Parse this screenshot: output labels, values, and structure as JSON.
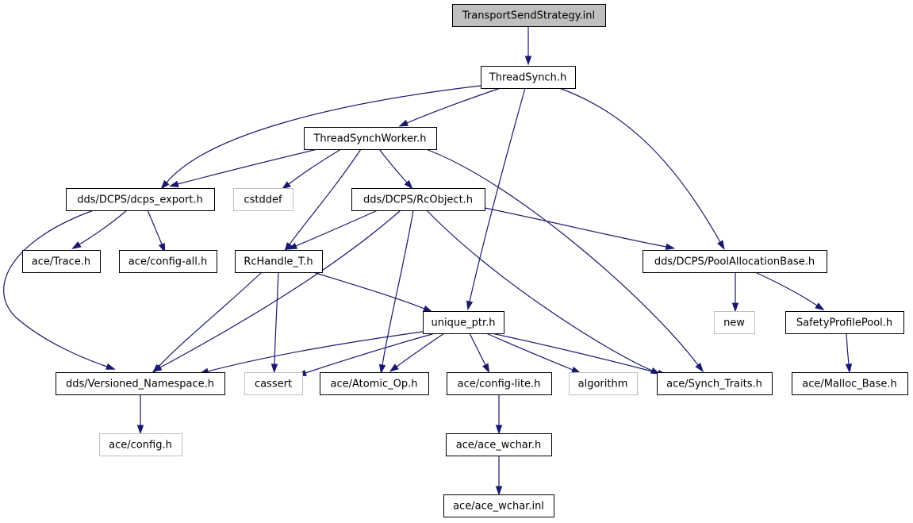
{
  "diagram": {
    "colors": {
      "edge": "#191970",
      "resolved_border": "#000000",
      "unresolved_border": "#bfbfbf",
      "root_fill": "#bfbfbf",
      "node_fill": "#ffffff",
      "text": "#000000"
    },
    "nodes": [
      {
        "id": "transport_send_strategy_inl",
        "label": "TransportSendStrategy.inl",
        "kind": "root"
      },
      {
        "id": "thread_synch_h",
        "label": "ThreadSynch.h",
        "kind": "resolved"
      },
      {
        "id": "thread_synch_worker_h",
        "label": "ThreadSynchWorker.h",
        "kind": "resolved"
      },
      {
        "id": "dcps_export_h",
        "label": "dds/DCPS/dcps_export.h",
        "kind": "resolved"
      },
      {
        "id": "cstddef",
        "label": "cstddef",
        "kind": "unresolved"
      },
      {
        "id": "rcobject_h",
        "label": "dds/DCPS/RcObject.h",
        "kind": "resolved"
      },
      {
        "id": "ace_trace_h",
        "label": "ace/Trace.h",
        "kind": "resolved"
      },
      {
        "id": "ace_config_all_h",
        "label": "ace/config-all.h",
        "kind": "resolved"
      },
      {
        "id": "rchandle_t_h",
        "label": "RcHandle_T.h",
        "kind": "resolved"
      },
      {
        "id": "pool_allocation_base_h",
        "label": "dds/DCPS/PoolAllocationBase.h",
        "kind": "resolved"
      },
      {
        "id": "unique_ptr_h",
        "label": "unique_ptr.h",
        "kind": "resolved"
      },
      {
        "id": "new",
        "label": "new",
        "kind": "unresolved"
      },
      {
        "id": "safety_profile_pool_h",
        "label": "SafetyProfilePool.h",
        "kind": "resolved"
      },
      {
        "id": "versioned_namespace_h",
        "label": "dds/Versioned_Namespace.h",
        "kind": "resolved"
      },
      {
        "id": "cassert",
        "label": "cassert",
        "kind": "unresolved"
      },
      {
        "id": "ace_atomic_op_h",
        "label": "ace/Atomic_Op.h",
        "kind": "resolved"
      },
      {
        "id": "ace_config_lite_h",
        "label": "ace/config-lite.h",
        "kind": "resolved"
      },
      {
        "id": "algorithm",
        "label": "algorithm",
        "kind": "unresolved"
      },
      {
        "id": "ace_synch_traits_h",
        "label": "ace/Synch_Traits.h",
        "kind": "resolved"
      },
      {
        "id": "ace_malloc_base_h",
        "label": "ace/Malloc_Base.h",
        "kind": "resolved"
      },
      {
        "id": "ace_config_h",
        "label": "ace/config.h",
        "kind": "unresolved"
      },
      {
        "id": "ace_ace_wchar_h",
        "label": "ace/ace_wchar.h",
        "kind": "resolved"
      },
      {
        "id": "ace_ace_wchar_inl",
        "label": "ace/ace_wchar.inl",
        "kind": "resolved"
      }
    ],
    "edges": [
      {
        "from": "transport_send_strategy_inl",
        "to": "thread_synch_h"
      },
      {
        "from": "thread_synch_h",
        "to": "thread_synch_worker_h"
      },
      {
        "from": "thread_synch_h",
        "to": "dcps_export_h"
      },
      {
        "from": "thread_synch_h",
        "to": "unique_ptr_h"
      },
      {
        "from": "thread_synch_h",
        "to": "pool_allocation_base_h"
      },
      {
        "from": "thread_synch_worker_h",
        "to": "dcps_export_h"
      },
      {
        "from": "thread_synch_worker_h",
        "to": "cstddef"
      },
      {
        "from": "thread_synch_worker_h",
        "to": "rcobject_h"
      },
      {
        "from": "thread_synch_worker_h",
        "to": "rchandle_t_h"
      },
      {
        "from": "thread_synch_worker_h",
        "to": "ace_synch_traits_h"
      },
      {
        "from": "dcps_export_h",
        "to": "ace_trace_h"
      },
      {
        "from": "dcps_export_h",
        "to": "ace_config_all_h"
      },
      {
        "from": "dcps_export_h",
        "to": "versioned_namespace_h"
      },
      {
        "from": "rcobject_h",
        "to": "rchandle_t_h"
      },
      {
        "from": "rcobject_h",
        "to": "pool_allocation_base_h"
      },
      {
        "from": "rcobject_h",
        "to": "versioned_namespace_h"
      },
      {
        "from": "rcobject_h",
        "to": "ace_atomic_op_h"
      },
      {
        "from": "rcobject_h",
        "to": "ace_synch_traits_h"
      },
      {
        "from": "rchandle_t_h",
        "to": "unique_ptr_h"
      },
      {
        "from": "rchandle_t_h",
        "to": "versioned_namespace_h"
      },
      {
        "from": "rchandle_t_h",
        "to": "cassert"
      },
      {
        "from": "pool_allocation_base_h",
        "to": "new"
      },
      {
        "from": "pool_allocation_base_h",
        "to": "safety_profile_pool_h"
      },
      {
        "from": "safety_profile_pool_h",
        "to": "ace_malloc_base_h"
      },
      {
        "from": "unique_ptr_h",
        "to": "versioned_namespace_h"
      },
      {
        "from": "unique_ptr_h",
        "to": "cassert"
      },
      {
        "from": "unique_ptr_h",
        "to": "ace_atomic_op_h"
      },
      {
        "from": "unique_ptr_h",
        "to": "ace_config_lite_h"
      },
      {
        "from": "unique_ptr_h",
        "to": "algorithm"
      },
      {
        "from": "unique_ptr_h",
        "to": "ace_synch_traits_h"
      },
      {
        "from": "versioned_namespace_h",
        "to": "ace_config_h"
      },
      {
        "from": "ace_config_lite_h",
        "to": "ace_ace_wchar_h"
      },
      {
        "from": "ace_ace_wchar_h",
        "to": "ace_ace_wchar_inl"
      }
    ]
  }
}
